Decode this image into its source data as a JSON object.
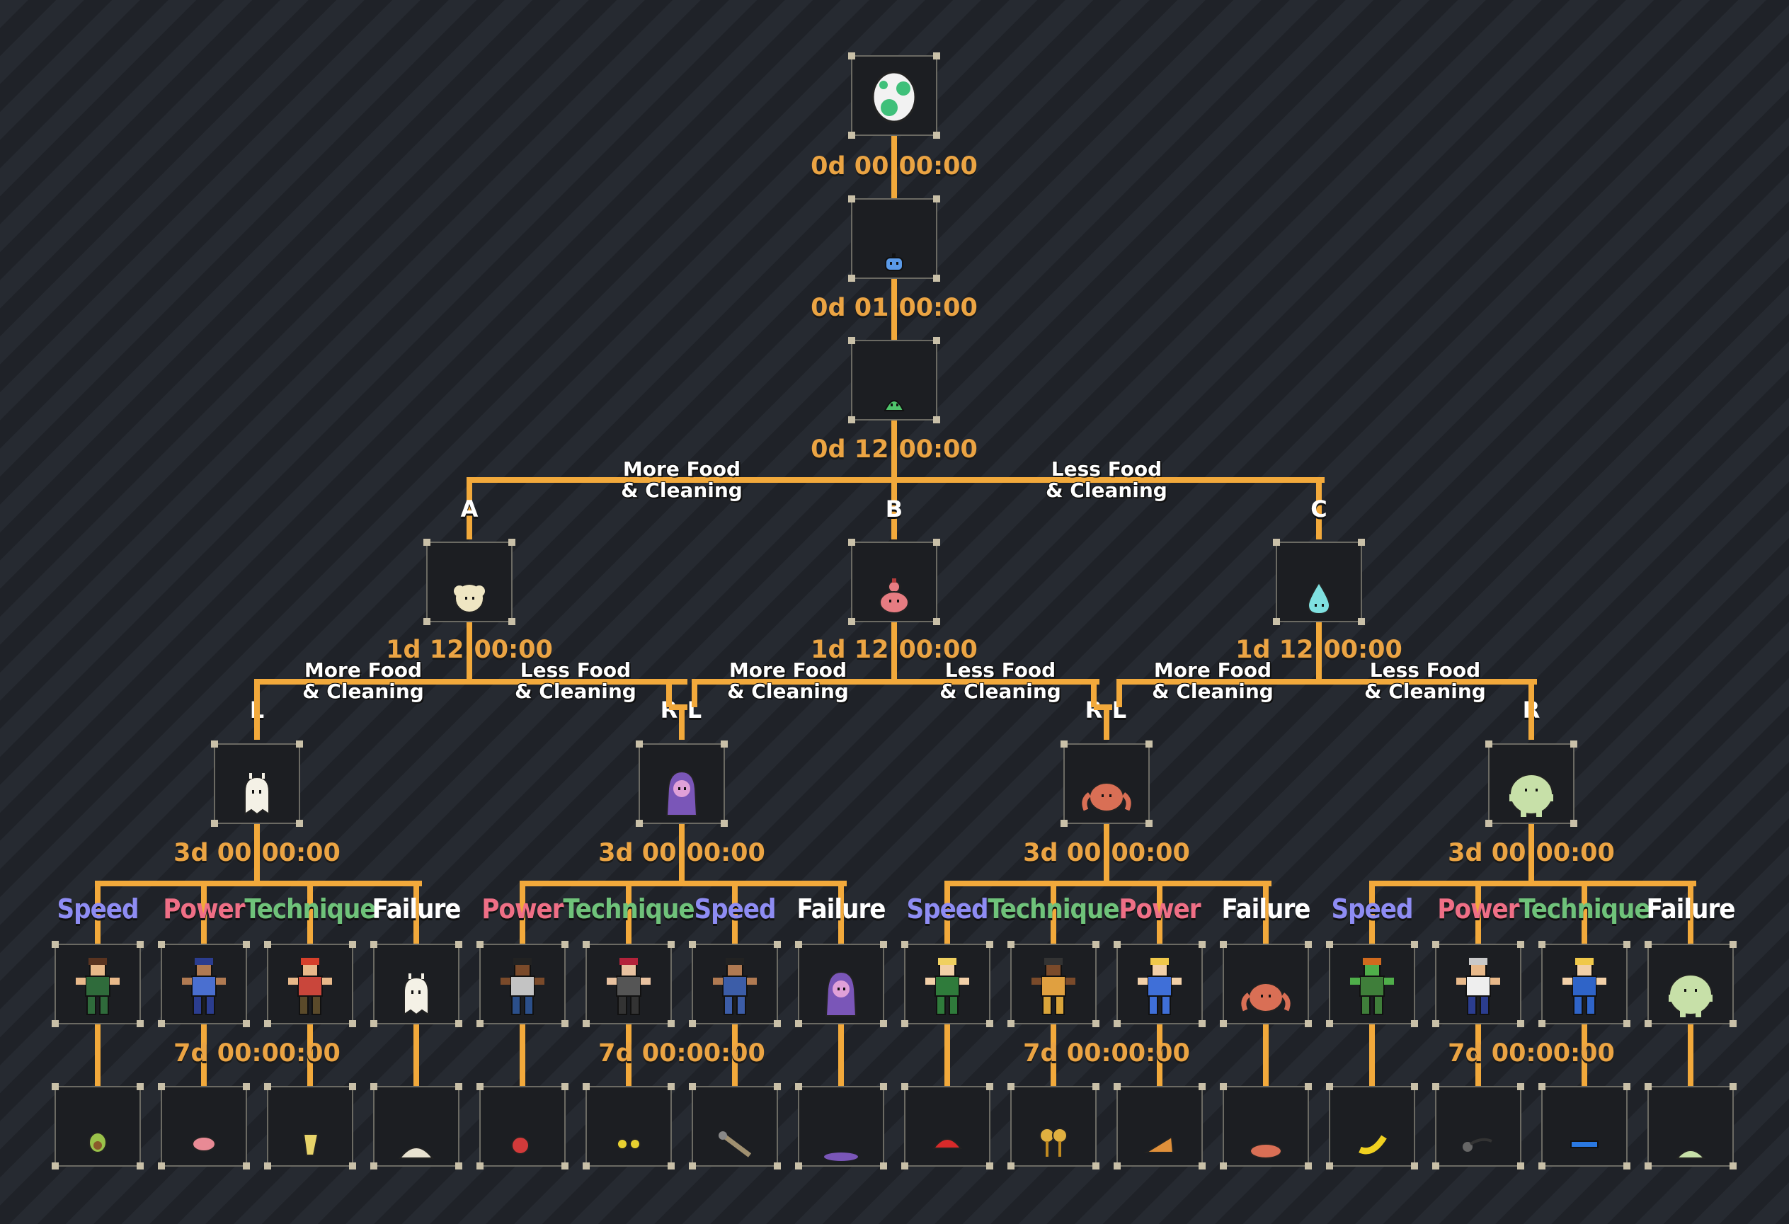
{
  "times": {
    "t0": "0d 00:00:00",
    "t1": "0d 01:00:00",
    "t2": "0d 12:00:00",
    "t3": "1d 12:00:00",
    "t4": "3d 00:00:00",
    "t5": "7d 00:00:00"
  },
  "conditions": {
    "more": "More Food\n& Cleaning",
    "less": "Less Food\n& Cleaning"
  },
  "letters": {
    "a": "A",
    "b": "B",
    "c": "C",
    "l": "L",
    "r": "R"
  },
  "stats": {
    "speed": "Speed",
    "power": "Power",
    "technique": "Technique",
    "failure": "Failure"
  },
  "colors": {
    "speed": "#8e8cf3",
    "power": "#ef6f86",
    "technique": "#6fc27a",
    "failure": "#ffffff",
    "line": "#f2a93b",
    "time": "#eba443"
  },
  "icons": {
    "egg": "egg-icon",
    "baby1": "blue-blob-icon",
    "baby2": "green-blob-icon",
    "childA": "cream-puff-icon",
    "childB": "pink-gourd-icon",
    "childC": "cyan-drop-icon",
    "ghost": "white-ghost-icon",
    "hooded": "purple-hood-icon",
    "crab": "red-crab-icon",
    "ball": "green-ball-icon"
  }
}
